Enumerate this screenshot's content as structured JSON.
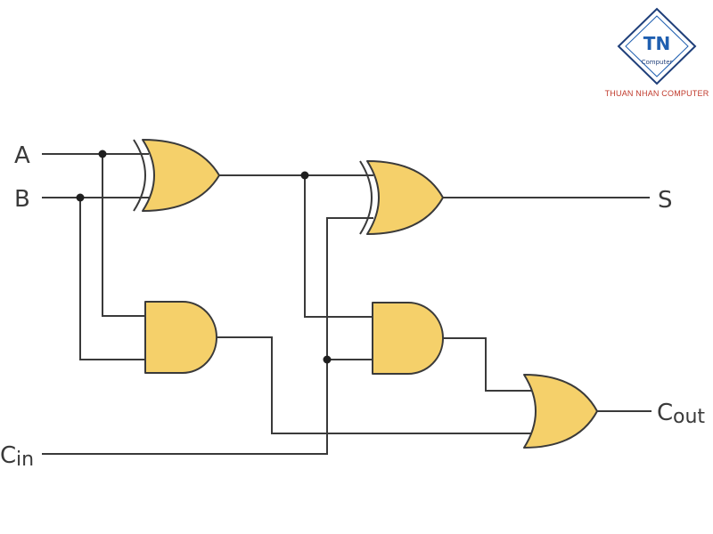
{
  "logo": {
    "monogram": "TN",
    "tagline": "Computer",
    "company": "THUAN NHAN COMPUTER",
    "colors": {
      "frame": "#1f3f7a",
      "monogram": "#1f5fb0",
      "company": "#c0392b"
    }
  },
  "signals": {
    "a": "A",
    "b": "B",
    "cin_main": "C",
    "cin_sub": "in",
    "sum": "S",
    "cout_main": "C",
    "cout_sub": "out"
  },
  "colors": {
    "gate_fill": "#f5d06a",
    "wire": "#3a3a3a",
    "junction": "#1f1f1f",
    "background": "#ffffff"
  }
}
